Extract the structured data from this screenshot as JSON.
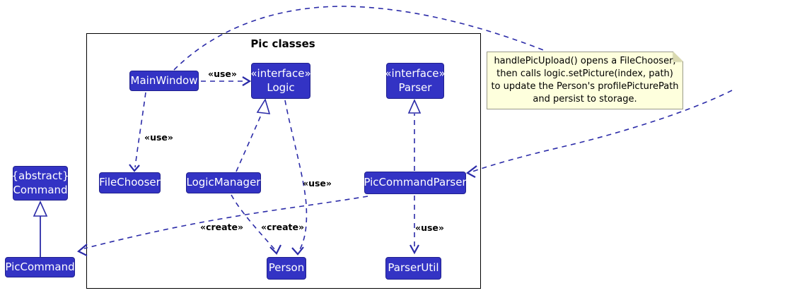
{
  "frame": {
    "title": "Pic classes"
  },
  "nodes": {
    "main_window": {
      "name": "MainWindow"
    },
    "logic": {
      "stereotype": "«interface»",
      "name": "Logic"
    },
    "parser": {
      "stereotype": "«interface»",
      "name": "Parser"
    },
    "file_chooser": {
      "name": "FileChooser"
    },
    "logic_manager": {
      "name": "LogicManager"
    },
    "pic_command_parser": {
      "name": "PicCommandParser"
    },
    "command": {
      "stereotype": "{abstract}",
      "name": "Command"
    },
    "pic_command": {
      "name": "PicCommand"
    },
    "person": {
      "name": "Person"
    },
    "parser_util": {
      "name": "ParserUtil"
    }
  },
  "edge_labels": {
    "use_mainwindow_logic": "«use»",
    "use_mainwindow_filechooser": "«use»",
    "use_logic_person": "«use»",
    "use_piccommandparser_parserutil": "«use»",
    "create_piccommandparser_piccommand": "«create»",
    "create_logicmanager_person": "«create»"
  },
  "note": {
    "lines": [
      "handlePicUpload() opens a FileChooser,",
      "then calls logic.setPicture(index, path)",
      "to update the Person's profilePicturePath",
      "and persist to storage."
    ]
  },
  "colors": {
    "node_fill": "#3333C4",
    "node_text": "#FFFFFF",
    "edge_line": "#2B2BA8",
    "frame_border": "#000000",
    "note_bg": "#FEFFDD",
    "note_border": "#9A9A8A",
    "label_text": "#000000"
  }
}
